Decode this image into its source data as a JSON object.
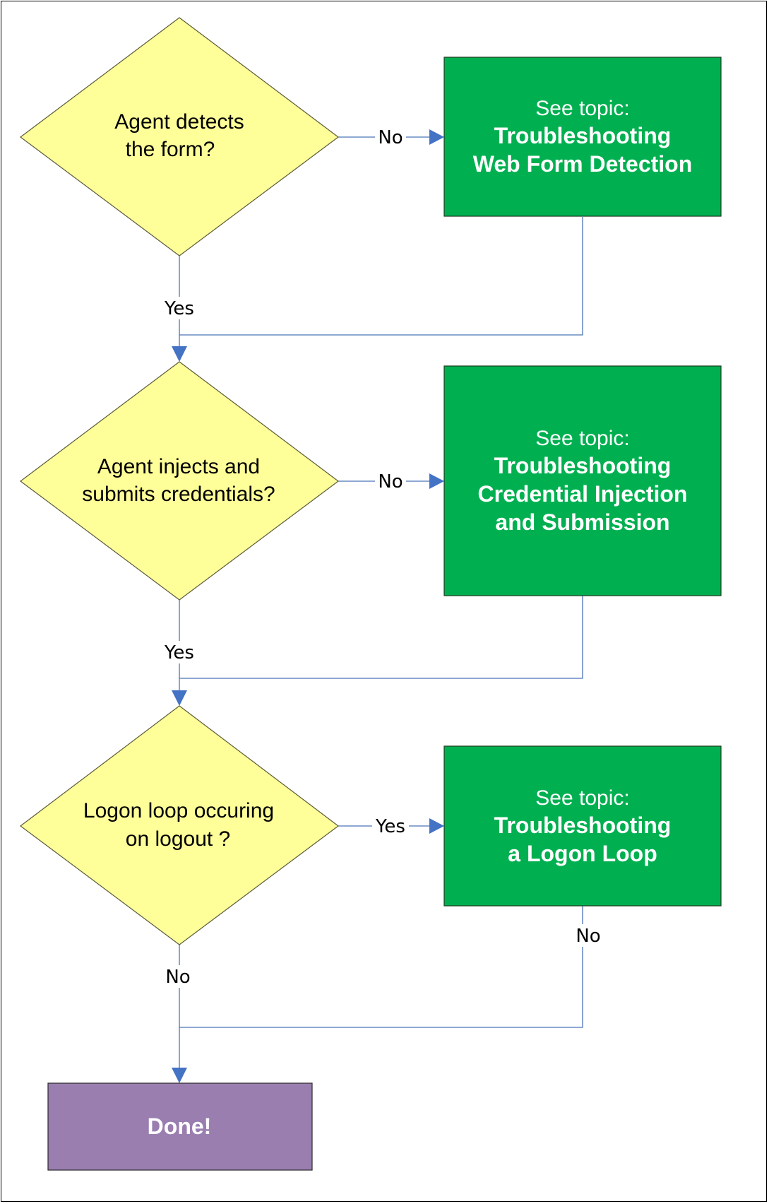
{
  "decisions": [
    {
      "lines": [
        "Agent detects",
        "the form?"
      ]
    },
    {
      "lines": [
        "Agent injects and",
        "submits credentials?"
      ]
    },
    {
      "lines": [
        "Logon loop occuring",
        "on logout ?"
      ]
    }
  ],
  "topics": [
    {
      "heading": "See topic:",
      "lines": [
        "Troubleshooting",
        "Web Form Detection"
      ]
    },
    {
      "heading": "See topic:",
      "lines": [
        "Troubleshooting",
        "Credential Injection",
        "and Submission"
      ]
    },
    {
      "heading": "See topic:",
      "lines": [
        "Troubleshooting",
        "a Logon Loop"
      ]
    }
  ],
  "edges": {
    "d1_no": "No",
    "d1_yes": "Yes",
    "d2_no": "No",
    "d2_yes": "Yes",
    "d3_yes": "Yes",
    "d3_no": "No",
    "t3_no": "No"
  },
  "terminal": {
    "label": "Done!"
  },
  "colors": {
    "decision_fill": "#ffff99",
    "topic_fill": "#00b050",
    "terminal_fill": "#9a7eb0",
    "connector": "#4472c4"
  }
}
